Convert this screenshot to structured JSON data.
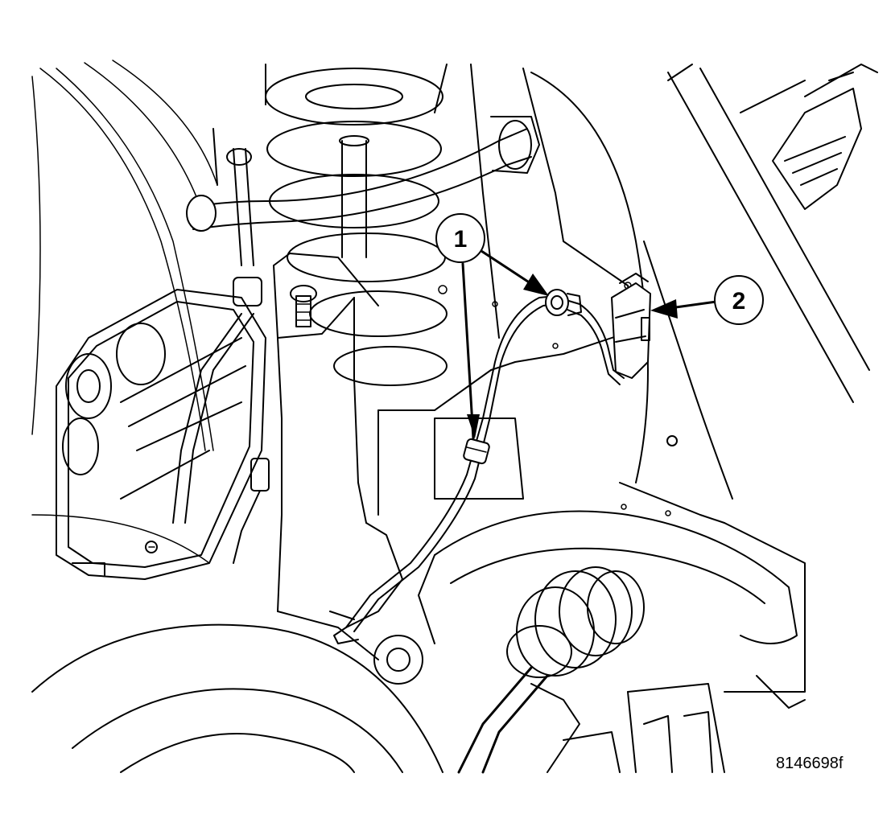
{
  "callouts": [
    {
      "label": "1"
    },
    {
      "label": "2"
    }
  ],
  "figure_id": "8146698f"
}
